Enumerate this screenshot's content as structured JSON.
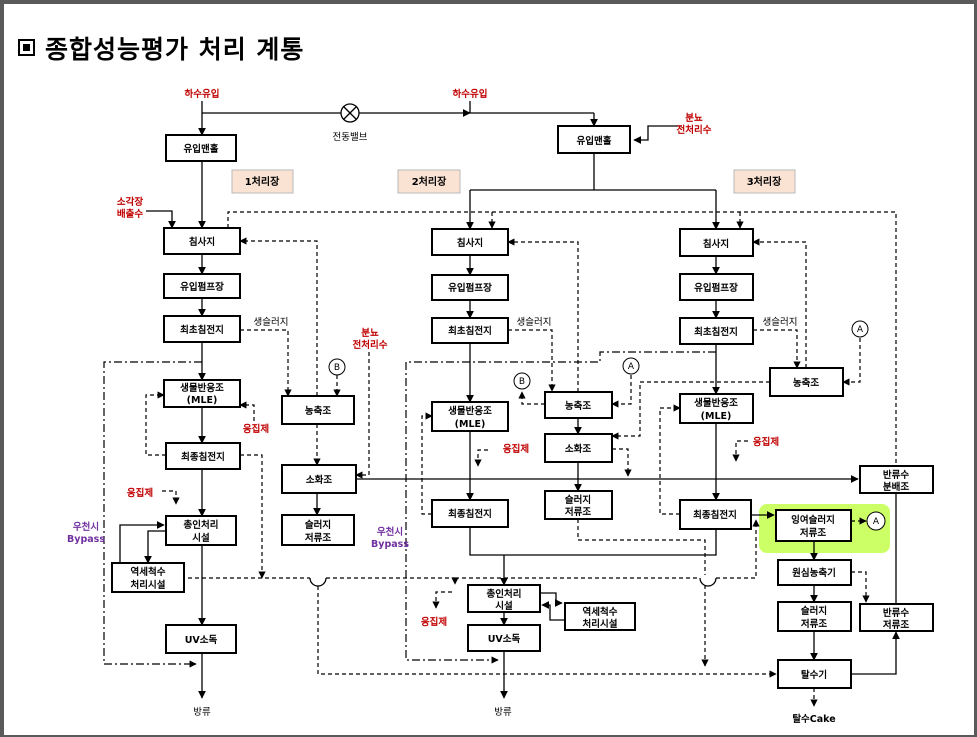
{
  "title": "종합성능평가 처리 계통",
  "plants": [
    "1처리장",
    "2처리장",
    "3처리장"
  ],
  "boxes": {
    "inlet_manhole_1": "유입맨홀",
    "inlet_manhole_2": "유입맨홀",
    "grit_1": "침사지",
    "pump_1": "유입펌프장",
    "primary_1": "최초침전지",
    "bio_1": [
      "생물반응조",
      "(MLE)"
    ],
    "final_1": "최종침전지",
    "tertiary_1": [
      "총인처리",
      "시설"
    ],
    "backwash_1": [
      "역세척수",
      "처리시설"
    ],
    "uv_1": "UV소독",
    "thickener_1": "농축조",
    "digester_1": "소화조",
    "storage_1": [
      "슬러지",
      "저류조"
    ],
    "grit_2": "침사지",
    "pump_2": "유입펌프장",
    "primary_2": "최초침전지",
    "bio_2": [
      "생물반응조",
      "(MLE)"
    ],
    "final_2": "최종침전지",
    "thickener_2": "농축조",
    "digester_2": "소화조",
    "storage_2": [
      "슬러지",
      "저류조"
    ],
    "tertiary_2": [
      "총인처리",
      "시설"
    ],
    "backwash_2": [
      "역세척수",
      "처리시설"
    ],
    "uv_2": "UV소독",
    "grit_3": "침사지",
    "pump_3": "유입펌프장",
    "primary_3": "최초침전지",
    "bio_3": [
      "생물반응조",
      "(MLE)"
    ],
    "final_3": "최종침전지",
    "thickener_3": "농축조",
    "excess_sludge_3": [
      "잉여슬러지",
      "저류조"
    ],
    "centrifuge_3": "원심농축기",
    "storage_3": [
      "슬러지",
      "저류조"
    ],
    "return_dist": [
      "반류수",
      "분배조"
    ],
    "return_storage": [
      "반류수",
      "저류조"
    ],
    "dewater": "탈수기"
  },
  "labels": {
    "sewage_inflow": "하수유입",
    "valve": "전동밸브",
    "night_soil": [
      "분뇨",
      "전처리수"
    ],
    "incinerator": [
      "소각장",
      "배출수"
    ],
    "raw_sludge": "생슬러지",
    "coagulant": "응집제",
    "rain_bypass": [
      "우천시",
      "Bypass"
    ],
    "discharge": "방류",
    "cake": "탈수Cake",
    "marker_a": "A",
    "marker_b": "B"
  },
  "colors": {
    "red_text": "#c00000",
    "purple_text": "#7030a0",
    "highlight": "#ccff66",
    "plant_fill": "#fbe3d4"
  }
}
